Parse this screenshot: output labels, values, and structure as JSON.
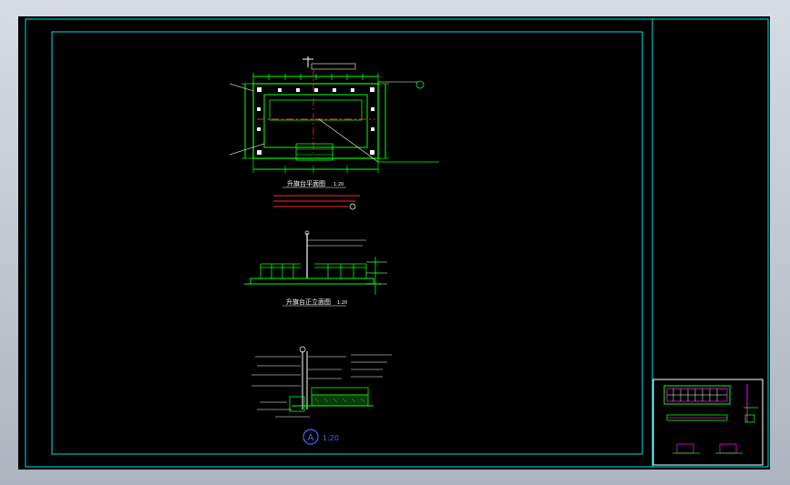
{
  "colors": {
    "background": "#000000",
    "frame": "#00e5e5",
    "dimension": "#00ff00",
    "annotation": "#ffffff",
    "centerline": "#ff2020",
    "note_text": "#ff2a2a",
    "detail_symbol": "#3a6bff",
    "accent": "#ff00ff"
  },
  "plan_view": {
    "title": "升旗台平面图",
    "scale": "1:20"
  },
  "elevation_view": {
    "title": "升旗台正立面图",
    "scale": "1:20"
  },
  "section_detail": {
    "symbol": "A",
    "scale": "1:20"
  }
}
